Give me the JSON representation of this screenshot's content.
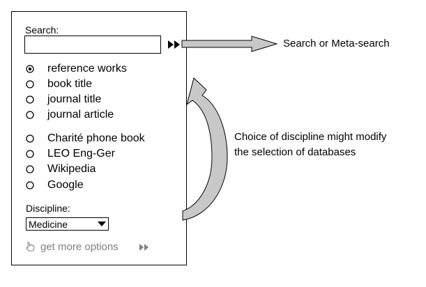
{
  "search": {
    "label": "Search:",
    "value": "",
    "placeholder": ""
  },
  "options": [
    {
      "label": "reference works",
      "selected": true
    },
    {
      "label": "book title",
      "selected": false
    },
    {
      "label": "journal title",
      "selected": false
    },
    {
      "label": "journal article",
      "selected": false
    },
    {
      "label": "Charité phone book",
      "selected": false
    },
    {
      "label": "LEO Eng-Ger",
      "selected": false
    },
    {
      "label": "Wikipedia",
      "selected": false
    },
    {
      "label": "Google",
      "selected": false
    }
  ],
  "discipline": {
    "label": "Discipline:",
    "selected": "Medicine"
  },
  "more_options": {
    "label": "get more options"
  },
  "annotations": {
    "search_target": "Search or Meta-search",
    "discipline_note_line1": "Choice of discipline might modify",
    "discipline_note_line2": "the selection of databases"
  },
  "icons": {
    "go": "fast-forward-icon",
    "more": "hand-pointer-icon",
    "more_arrow": "fast-forward-icon",
    "select_arrow": "chevron-down-icon"
  },
  "colors": {
    "arrow_fill": "#c8c8c8",
    "muted_text": "#808080"
  }
}
